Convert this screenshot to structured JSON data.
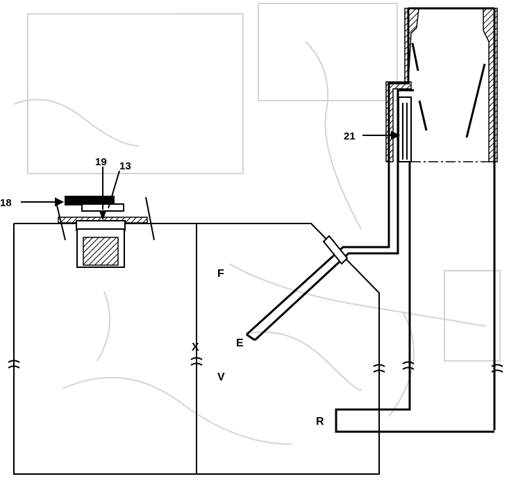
{
  "labels": {
    "part_18": "18",
    "part_19": "19",
    "part_13": "13",
    "part_21": "21",
    "zone_f": "F",
    "zone_e": "E",
    "zone_v": "V",
    "zone_x": "X",
    "zone_r": "R"
  },
  "colors": {
    "line": "#000000",
    "faint_background": "#c8c8c8",
    "paper": "#ffffff"
  }
}
